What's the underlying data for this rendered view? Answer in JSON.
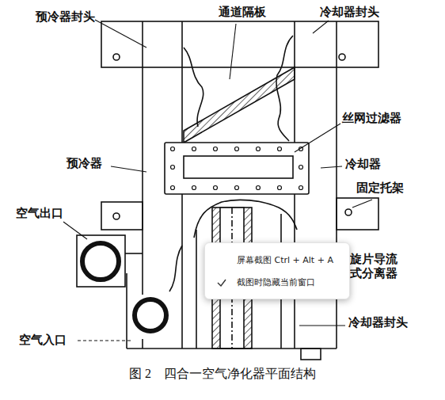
{
  "diagram": {
    "caption": "图 2　四合一空气净化器平面结构",
    "nodes": [
      {
        "text": [
          "屏幕截图 Ctrl + Alt + A",
          "截图时隐藏当前窗口"
        ]
      }
    ],
    "labels": [
      "预冷器封头",
      "通道隔板",
      "冷却器封头",
      "丝网过滤器",
      "冷却器",
      "预冷器",
      "固定托架",
      "空气出口",
      "旋片导流 式分离器",
      "空气入口",
      "冷却器封头"
    ]
  }
}
